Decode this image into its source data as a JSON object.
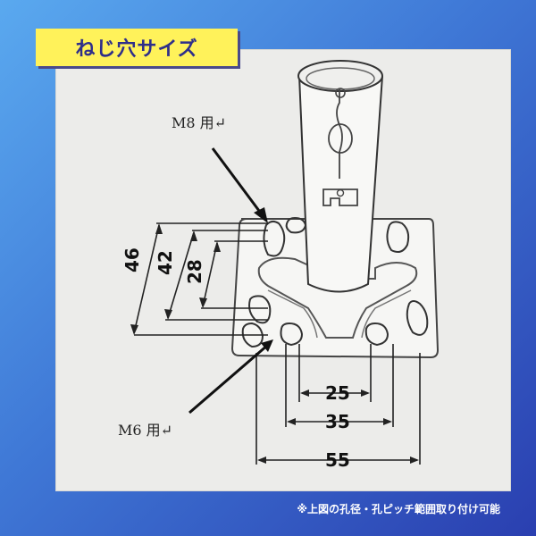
{
  "title": "ねじ穴サイズ",
  "labels": {
    "m8": "M8 用↵",
    "m6": "M6 用↵"
  },
  "dimensions": {
    "d46": "46",
    "d42": "42",
    "d28": "28",
    "d25": "25",
    "d35": "35",
    "d55": "55"
  },
  "footnote": "※上図の孔径・孔ピッチ範囲取り付け可能",
  "colors": {
    "title_bg": "#fff25a",
    "title_text": "#2f2f8a",
    "background_start": "#5aa9ef",
    "background_end": "#2a3fb0"
  }
}
